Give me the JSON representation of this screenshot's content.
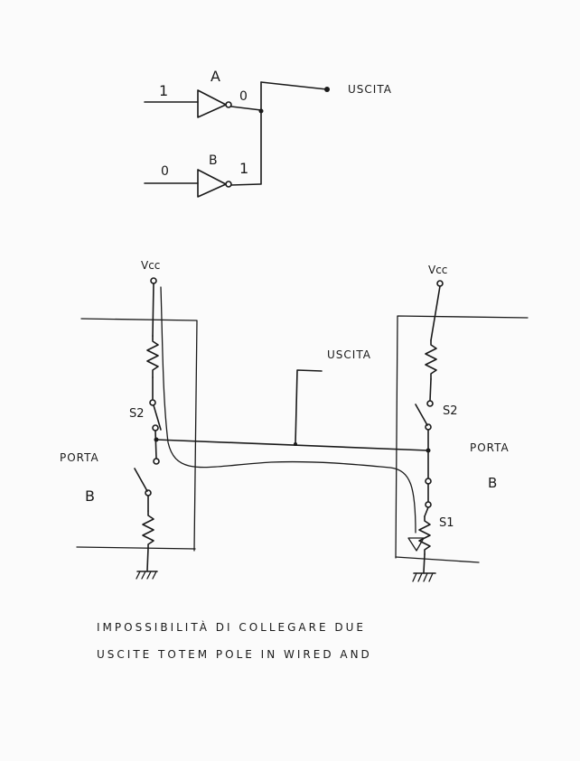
{
  "logic_diagram": {
    "gate_a_label": "A",
    "gate_b_label": "B",
    "input_a": "1",
    "output_a": "0",
    "input_b": "0",
    "output_b": "1",
    "output_label": "USCITA"
  },
  "circuit": {
    "vcc_left": "Vcc",
    "vcc_right": "Vcc",
    "output_label": "USCITA",
    "switch_s2_left": "S2",
    "switch_s2_right": "S2",
    "switch_s1_right": "S1",
    "gate_left_title": "PORTA",
    "gate_left_letter": "B",
    "gate_right_title": "PORTA",
    "gate_right_letter": "B"
  },
  "caption": {
    "line1": "IMPOSSIBILITÀ DI COLLEGARE DUE",
    "line2": "USCITE TOTEM POLE IN WIRED AND"
  }
}
